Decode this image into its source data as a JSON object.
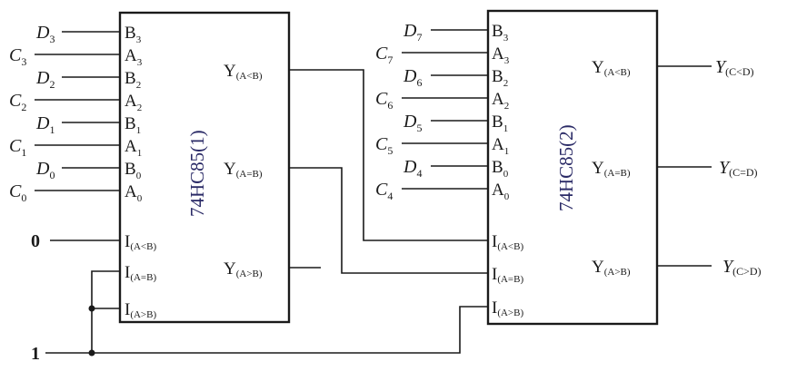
{
  "chip1": {
    "name": "74HC85(1)",
    "left_pins": [
      {
        "main": "B",
        "sub": "3"
      },
      {
        "main": "A",
        "sub": "3"
      },
      {
        "main": "B",
        "sub": "2"
      },
      {
        "main": "A",
        "sub": "2"
      },
      {
        "main": "B",
        "sub": "1"
      },
      {
        "main": "A",
        "sub": "1"
      },
      {
        "main": "B",
        "sub": "0"
      },
      {
        "main": "A",
        "sub": "0"
      }
    ],
    "cascade_pins": [
      {
        "main": "I",
        "sub": "(A<B)"
      },
      {
        "main": "I",
        "sub": "(A=B)"
      },
      {
        "main": "I",
        "sub": "(A>B)"
      }
    ],
    "outputs": [
      {
        "main": "Y",
        "sub": "(A<B)"
      },
      {
        "main": "Y",
        "sub": "(A=B)"
      },
      {
        "main": "Y",
        "sub": "(A>B)"
      }
    ]
  },
  "chip2": {
    "name": "74HC85(2)",
    "left_pins": [
      {
        "main": "B",
        "sub": "3"
      },
      {
        "main": "A",
        "sub": "3"
      },
      {
        "main": "B",
        "sub": "2"
      },
      {
        "main": "A",
        "sub": "2"
      },
      {
        "main": "B",
        "sub": "1"
      },
      {
        "main": "A",
        "sub": "1"
      },
      {
        "main": "B",
        "sub": "0"
      },
      {
        "main": "A",
        "sub": "0"
      }
    ],
    "cascade_pins": [
      {
        "main": "I",
        "sub": "(A<B)"
      },
      {
        "main": "I",
        "sub": "(A=B)"
      },
      {
        "main": "I",
        "sub": "(A>B)"
      }
    ],
    "outputs": [
      {
        "main": "Y",
        "sub": "(A<B)"
      },
      {
        "main": "Y",
        "sub": "(A=B)"
      },
      {
        "main": "Y",
        "sub": "(A>B)"
      }
    ]
  },
  "inputs1": [
    {
      "main": "D",
      "sub": "3"
    },
    {
      "main": "C",
      "sub": "3"
    },
    {
      "main": "D",
      "sub": "2"
    },
    {
      "main": "C",
      "sub": "2"
    },
    {
      "main": "D",
      "sub": "1"
    },
    {
      "main": "C",
      "sub": "1"
    },
    {
      "main": "D",
      "sub": "0"
    },
    {
      "main": "C",
      "sub": "0"
    }
  ],
  "inputs2": [
    {
      "main": "D",
      "sub": "7"
    },
    {
      "main": "C",
      "sub": "7"
    },
    {
      "main": "D",
      "sub": "6"
    },
    {
      "main": "C",
      "sub": "6"
    },
    {
      "main": "D",
      "sub": "5"
    },
    {
      "main": "C",
      "sub": "5"
    },
    {
      "main": "D",
      "sub": "4"
    },
    {
      "main": "C",
      "sub": "4"
    }
  ],
  "constants": {
    "zero": "0",
    "one": "1"
  },
  "final_outputs": [
    {
      "main": "Y",
      "sub": "(C<D)"
    },
    {
      "main": "Y",
      "sub": "(C=D)"
    },
    {
      "main": "Y",
      "sub": "(C>D)"
    }
  ]
}
